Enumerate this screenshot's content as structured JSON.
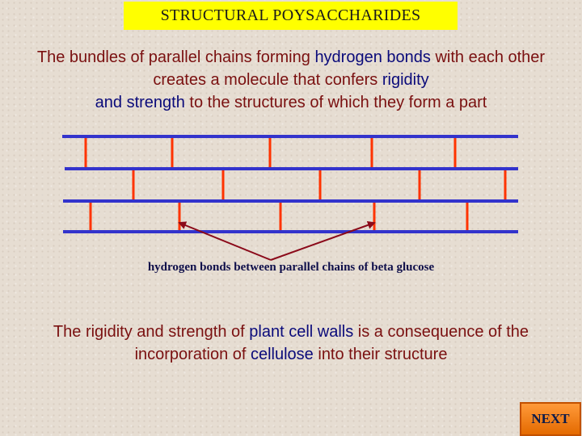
{
  "title": "STRUCTURAL POYSACCHARIDES",
  "intro": {
    "p1": "The bundles of parallel chains forming ",
    "h1": "hydrogen bonds",
    "p2": " with each other creates a molecule that confers ",
    "h2": "rigidity",
    "p3": " and strength",
    "p4": " to the structures of which they form a part"
  },
  "diagram_caption": "hydrogen bonds between parallel chains of beta glucose",
  "conclusion": {
    "p1": "The rigidity and strength of ",
    "h1": "plant cell walls",
    "p2": " is a consequence of the incorporation of ",
    "h2": "cellulose",
    "p3": " into their structure"
  },
  "next_label": "NEXT",
  "colors": {
    "chain": "#3333cc",
    "bond": "#ff3300",
    "arrow": "#8b0a1a",
    "title_bg": "#ffff00",
    "button": "#f07f10"
  }
}
